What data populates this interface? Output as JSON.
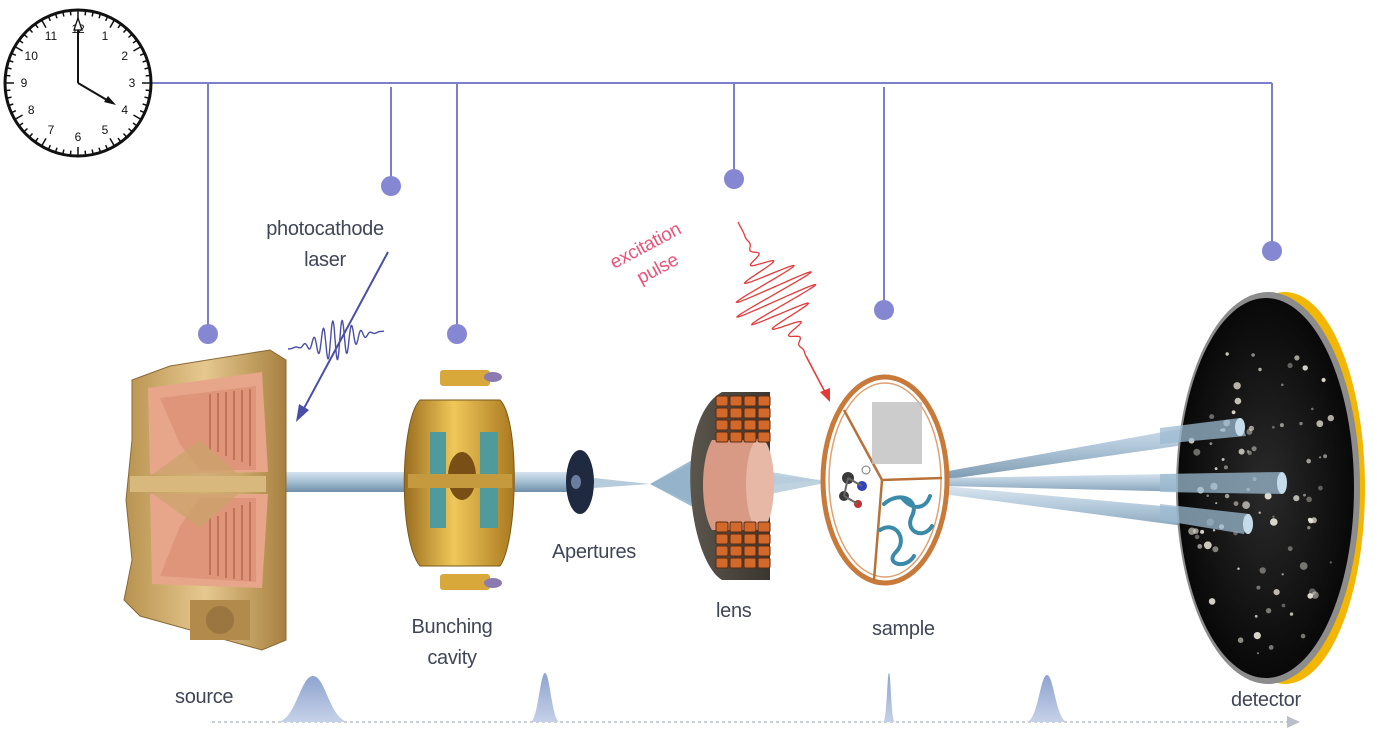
{
  "clock": {
    "numerals": [
      "12",
      "1",
      "2",
      "3",
      "4",
      "5",
      "6",
      "7",
      "8",
      "9",
      "10",
      "11"
    ]
  },
  "labels": {
    "photocathode_line1": "photocathode",
    "photocathode_line2": "laser",
    "excitation_line1": "excitation",
    "excitation_line2": "pulse",
    "source": "source",
    "bunching_line1": "Bunching",
    "bunching_line2": "cavity",
    "apertures": "Apertures",
    "lens": "lens",
    "sample": "sample",
    "detector": "detector"
  },
  "colors": {
    "timing": "#7b7fcc",
    "timing_dot": "#8587d2",
    "beam": "#9bbad0",
    "excitation": "#e8557a",
    "laser_pulse": "#4a4fa6",
    "copper": "#c9a46a",
    "detector_rim": "#f2b705",
    "pulse_shape": "#9fb0d4"
  }
}
